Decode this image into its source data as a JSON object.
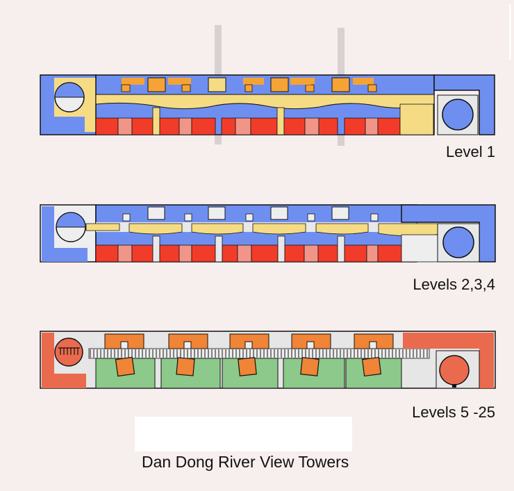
{
  "title": "Dan Dong River View Towers",
  "colors": {
    "background": "#f7eeee",
    "blue": "#6f8ff0",
    "yellow": "#f5dc84",
    "orange": "#f5a335",
    "red": "#f23c2a",
    "pink": "#f19589",
    "green": "#8cc98a",
    "terracotta": "#ea6a4e",
    "burnt_orange": "#f08437",
    "gray_light": "#e8e8e8",
    "line": "#111111"
  },
  "plans": [
    {
      "id": "level-1",
      "label": "Level 1",
      "spaces": [
        "corridor",
        "units-north",
        "units-south",
        "elevator-core-west",
        "elevator-core-east",
        "lobby"
      ]
    },
    {
      "id": "levels-2-3-4",
      "label": "Levels 2,3,4",
      "spaces": [
        "corridor",
        "units-north",
        "units-south",
        "elevator-core-west",
        "elevator-core-east"
      ]
    },
    {
      "id": "levels-5-25",
      "label": "Levels 5 -25",
      "spaces": [
        "towers",
        "terraces",
        "walkway",
        "elevator-core-west",
        "elevator-core-east"
      ]
    }
  ]
}
